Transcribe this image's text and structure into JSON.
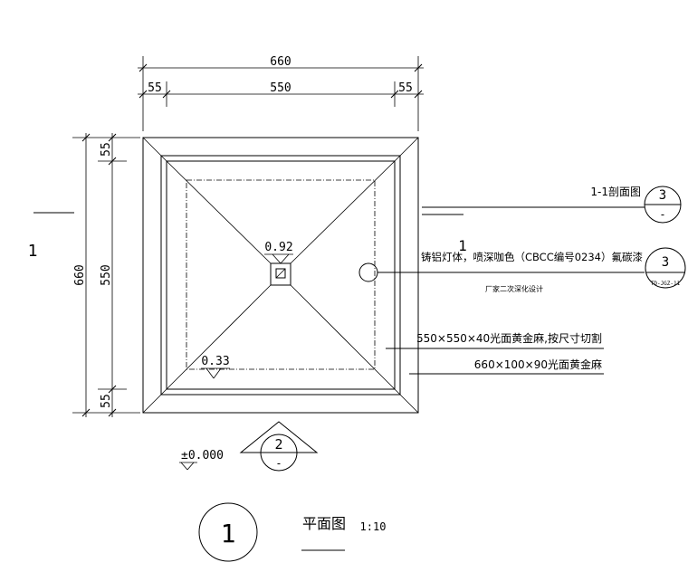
{
  "dimensions": {
    "top_total": "660",
    "top_left": "55",
    "top_mid": "550",
    "top_right": "55",
    "left_total": "660",
    "left_top": "55",
    "left_mid": "550",
    "left_bottom": "55"
  },
  "section_marker": {
    "number": "1"
  },
  "center_label": "1",
  "elevations": {
    "center": "0.92",
    "corner": "0.33",
    "ground": "±0.000"
  },
  "callouts": {
    "section_1_1": "1-1剖面图",
    "section_1_1_circle_top": "3",
    "section_1_1_circle_bottom": "-",
    "lamp": "铸铝灯体，喷深咖色（CBCC编号0234）氟碳漆",
    "lamp_note": "厂家二次深化设计",
    "lamp_circle_top": "3",
    "lamp_circle_bottom": "TD-JGZ-11",
    "slab": "550×550×40光面黄金麻,按尺寸切割",
    "border": "660×100×90光面黄金麻"
  },
  "elevation_marker": {
    "top": "2",
    "bottom": "-"
  },
  "title": {
    "number": "1",
    "name": "平面图",
    "scale": "1:10"
  }
}
